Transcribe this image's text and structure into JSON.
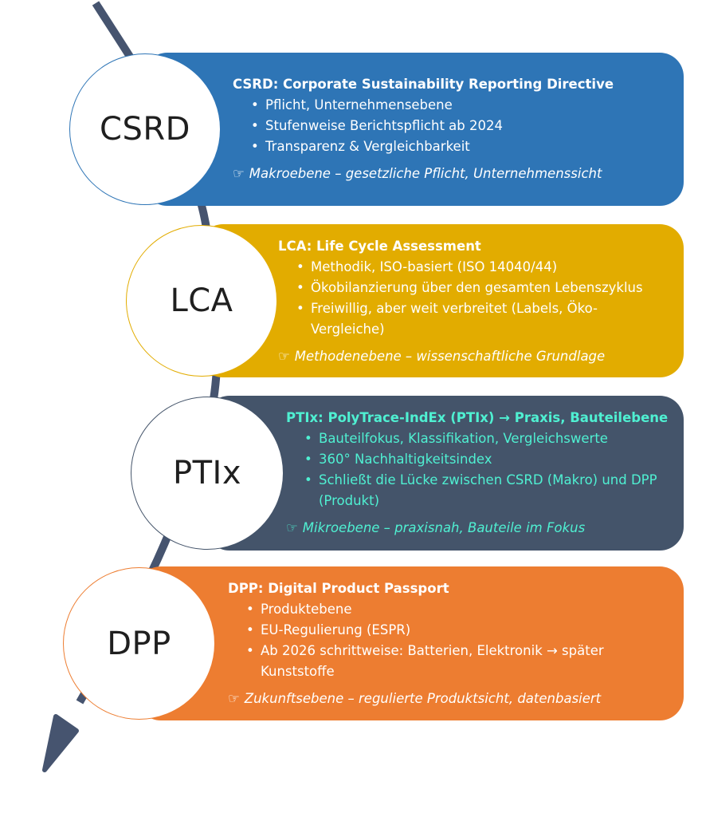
{
  "colors": {
    "arrow": "#46546f",
    "csrd": "#2e75b6",
    "lca": "#e2ac00",
    "ptix": "#44546a",
    "dpp": "#ed7d31",
    "ptix_text": "#4ff0d2",
    "white_text": "#ffffff"
  },
  "icons": {
    "note_icon": "pointing-hand-icon"
  },
  "blocks": [
    {
      "id": "csrd",
      "circle_label": "CSRD",
      "heading": "CSRD: Corporate Sustainability Reporting Directive",
      "bullets": [
        "Pflicht, Unternehmensebene",
        "Stufenweise Berichtspflicht ab 2024",
        "Transparenz & Vergleichbarkeit"
      ],
      "note": "Makroebene – gesetzliche Pflicht, Unternehmenssicht"
    },
    {
      "id": "lca",
      "circle_label": "LCA",
      "heading": "LCA: Life Cycle Assessment",
      "bullets": [
        "Methodik, ISO-basiert (ISO 14040/44)",
        "Ökobilanzierung über den gesamten Lebenszyklus",
        "Freiwillig, aber weit verbreitet (Labels, Öko-Vergleiche)"
      ],
      "note": "Methodenebene – wissenschaftliche Grundlage"
    },
    {
      "id": "ptix",
      "circle_label": "PTIx",
      "heading": "PTIx: PolyTrace-IndEx (PTIx) → Praxis, Bauteilebene",
      "bullets": [
        "Bauteilfokus, Klassifikation, Vergleichswerte",
        "360° Nachhaltigkeitsindex",
        "Schließt die Lücke zwischen CSRD (Makro) und DPP (Produkt)"
      ],
      "note": "Mikroebene – praxisnah, Bauteile im Fokus"
    },
    {
      "id": "dpp",
      "circle_label": "DPP",
      "heading": "DPP: Digital Product Passport",
      "bullets": [
        "Produktebene",
        "EU-Regulierung (ESPR)",
        "Ab 2026 schrittweise: Batterien, Elektronik → später Kunststoffe"
      ],
      "note": "Zukunftsebene – regulierte Produktsicht, datenbasiert"
    }
  ]
}
